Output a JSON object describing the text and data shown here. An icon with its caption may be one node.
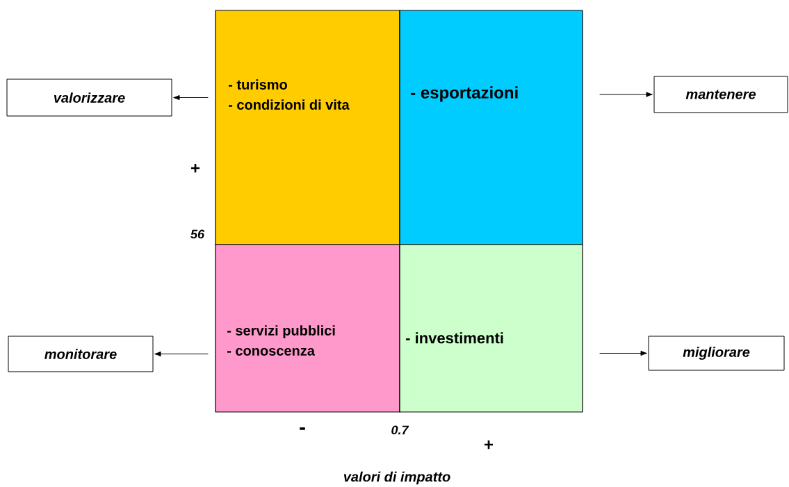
{
  "diagram": {
    "nodes": [
      {
        "text": [
          "- turismo",
          "- condizioni di vita"
        ]
      },
      {
        "text": [
          "- esportazioni"
        ]
      },
      {
        "text": [
          "- servizi pubblici",
          "- conoscenza"
        ]
      },
      {
        "text": [
          "- investimenti"
        ]
      },
      {
        "text": [
          "valorizzare"
        ]
      },
      {
        "text": [
          "mantenere"
        ]
      },
      {
        "text": [
          "monitorare"
        ]
      },
      {
        "text": [
          "migliorare"
        ]
      }
    ],
    "edges": [
      {
        "from": 0,
        "to": 4,
        "arrow": "to"
      },
      {
        "from": 1,
        "to": 5,
        "arrow": "to"
      },
      {
        "from": 2,
        "to": 6,
        "arrow": "to"
      },
      {
        "from": 3,
        "to": 7,
        "arrow": "to"
      }
    ],
    "labels": [
      "+",
      "56",
      "-",
      "0.7",
      "+",
      "valori di impatto"
    ]
  }
}
